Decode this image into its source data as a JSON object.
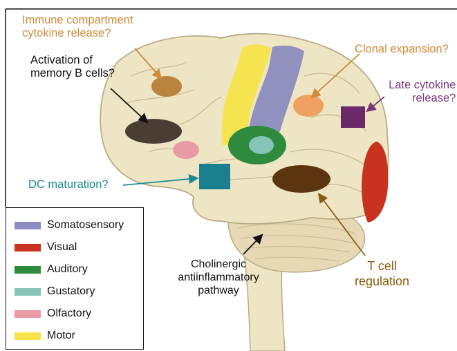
{
  "labels": {
    "immune_compartment": [
      "Immune compartment",
      "cytokine release?"
    ],
    "memory_b": [
      "Activation of",
      "memory B cells?"
    ],
    "clonal": "Clonal expansion?",
    "late_cytokine": [
      "Late cytokine",
      "release?"
    ],
    "dc": "DC maturation?",
    "cholinergic": [
      "Cholinergic",
      "antiinflammatory",
      "pathway"
    ],
    "t_cell": [
      "T cell",
      "regulation"
    ]
  },
  "legend": [
    {
      "label": "Somatosensory",
      "color": "#8c8cc0"
    },
    {
      "label": "Visual",
      "color": "#c8321e"
    },
    {
      "label": "Auditory",
      "color": "#2e8b3e"
    },
    {
      "label": "Gustatory",
      "color": "#86c4b8"
    },
    {
      "label": "Olfactory",
      "color": "#e89aa4"
    },
    {
      "label": "Motor",
      "color": "#f6e34a"
    }
  ],
  "colors": {
    "brain": "#ede5c4",
    "brain_outline": "#b9ab85",
    "immune_compartment": "#b8843e",
    "memory_b": "#4a3d33",
    "clonal": "#f0a060",
    "late_cytokine": "#6a2a6a",
    "dc": "#1a8090",
    "t_cell": "#5b3510",
    "orange_text": "#d08a3a",
    "purple_text": "#7a3a7a",
    "teal_text": "#1a8a96",
    "brown_text": "#8a5a10"
  }
}
